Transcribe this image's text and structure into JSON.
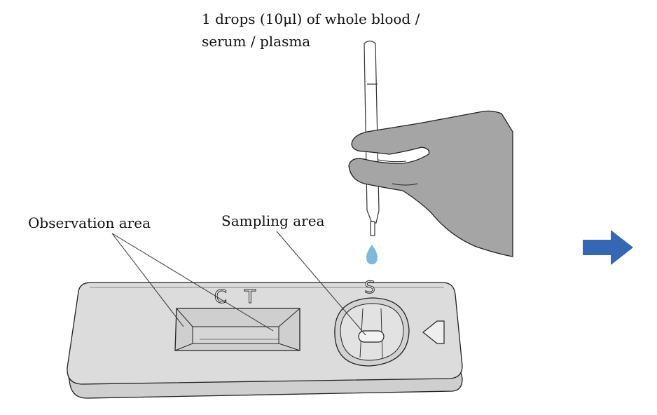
{
  "instruction": {
    "line1": "1 drops (10μl) of whole blood /",
    "line2": "serum / plasma"
  },
  "labels": {
    "observation_area": "Observation area",
    "sampling_area": "Sampling area"
  },
  "cassette_marks": {
    "control": "C",
    "test": "T",
    "sample": "S"
  },
  "colors": {
    "hand": "#a5a5a5",
    "cassette": "#dcdcdc",
    "drop": "#7fb8d8",
    "next_arrow": "#3567b5"
  }
}
